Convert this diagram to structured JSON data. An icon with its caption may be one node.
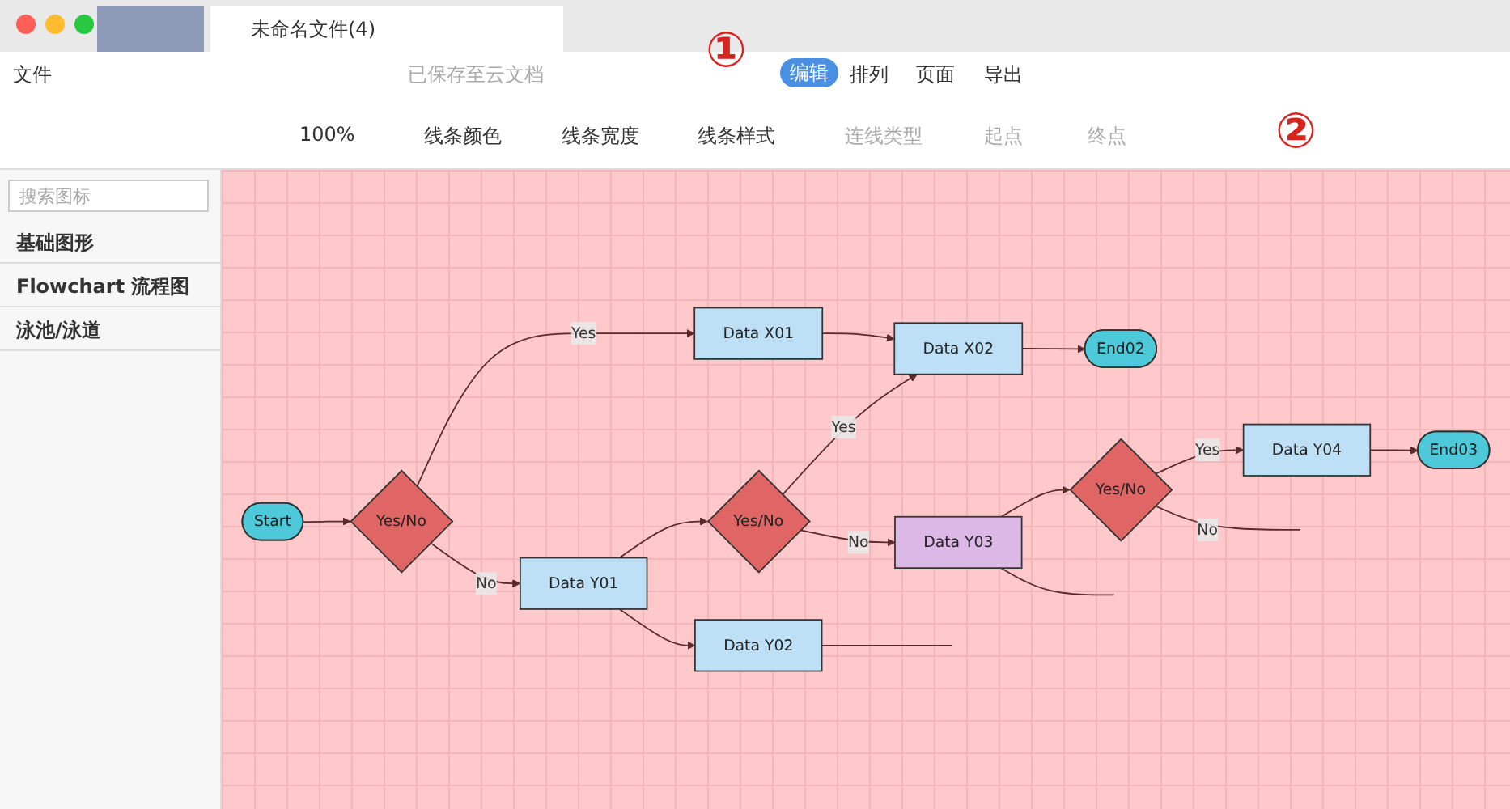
{
  "diagram": {
    "nodes": [
      {
        "text": [
          "Start"
        ]
      },
      {
        "text": [
          "Yes/No"
        ]
      },
      {
        "text": [
          "Data X01"
        ]
      },
      {
        "text": [
          "Data X02"
        ]
      },
      {
        "text": [
          "End02"
        ]
      },
      {
        "text": [
          "Data Y01"
        ]
      },
      {
        "text": [
          "Yes/No"
        ]
      },
      {
        "text": [
          "Data Y02"
        ]
      },
      {
        "text": [
          "Data Y03"
        ]
      },
      {
        "text": [
          "Yes/No"
        ]
      },
      {
        "text": [
          "Data Y04"
        ]
      },
      {
        "text": [
          "End03"
        ]
      }
    ],
    "edges": [
      {
        "from": 0,
        "to": 1,
        "arrow": "to"
      },
      {
        "from": 1,
        "to": 2,
        "label": "Yes",
        "arrow": "to"
      },
      {
        "from": 2,
        "to": 3,
        "arrow": "to"
      },
      {
        "from": 3,
        "to": 4,
        "arrow": "to"
      },
      {
        "from": 1,
        "to": 5,
        "label": "No",
        "arrow": "to"
      },
      {
        "from": 5,
        "to": 6,
        "arrow": "to"
      },
      {
        "from": 6,
        "to": 3,
        "label": "Yes",
        "arrow": "to"
      },
      {
        "from": 6,
        "to": 8,
        "label": "No",
        "arrow": "to"
      },
      {
        "from": 5,
        "to": 7,
        "arrow": "to"
      },
      {
        "from": 8,
        "to": 9,
        "arrow": "to"
      },
      {
        "from": 9,
        "to": 10,
        "label": "Yes",
        "arrow": "to"
      },
      {
        "from": 10,
        "to": 11,
        "arrow": "to"
      },
      {
        "from": 9,
        "to": null,
        "label": "No",
        "arrow": "none"
      },
      {
        "from": 7,
        "to": null,
        "arrow": "none"
      },
      {
        "from": 8,
        "to": null,
        "arrow": "none"
      }
    ],
    "labels": [
      "未命名文件(4)",
      "文件",
      "已保存至云文档",
      "①",
      "编辑",
      "排列",
      "页面",
      "导出",
      "100%",
      "线条颜色",
      "线条宽度",
      "线条样式",
      "连线类型",
      "起点",
      "终点",
      "②",
      "搜索图标",
      "基础图形",
      "Flowchart 流程图",
      "泳池/泳道"
    ]
  }
}
